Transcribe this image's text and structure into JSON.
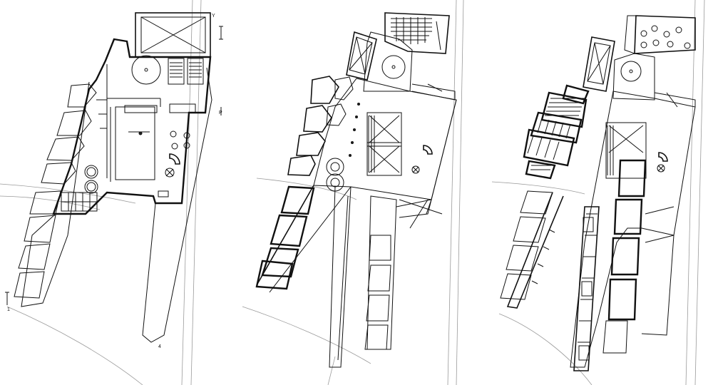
{
  "sheet": {
    "plans": [
      {
        "name": "plan-level-1",
        "annotations": [
          "Y",
          "P",
          "1",
          "4"
        ]
      },
      {
        "name": "plan-level-2",
        "annotations": []
      },
      {
        "name": "plan-level-3",
        "annotations": []
      }
    ]
  },
  "colors": {
    "line": "#111111",
    "site": "#9a9a9a",
    "background": "#ffffff"
  }
}
